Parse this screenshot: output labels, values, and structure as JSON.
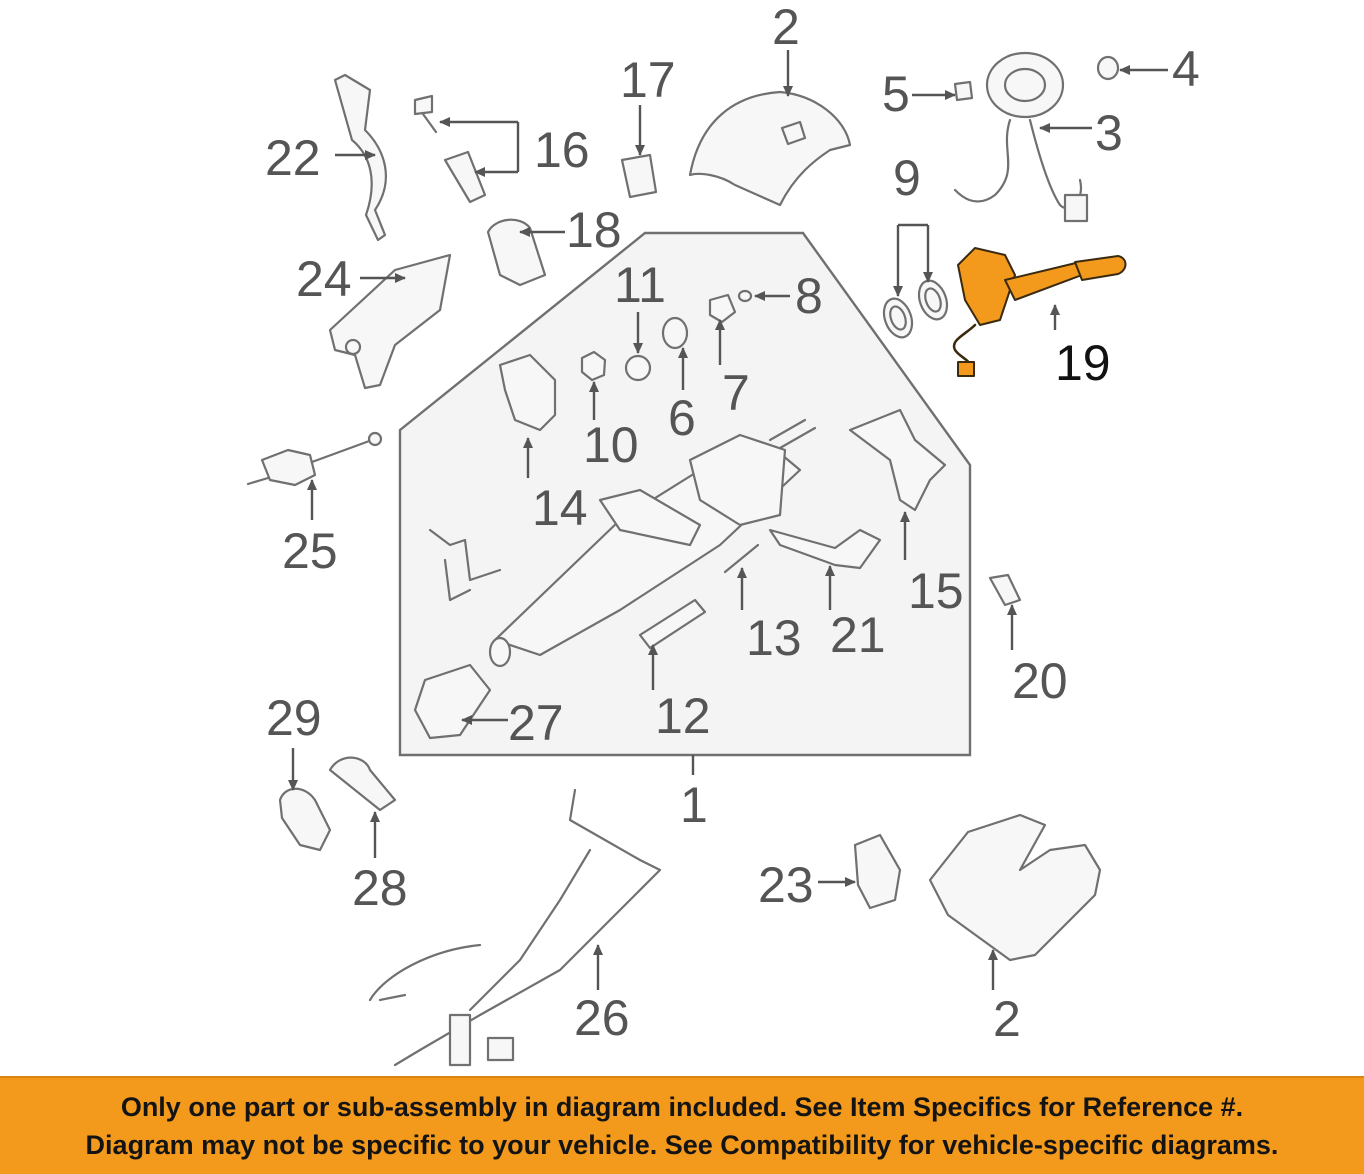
{
  "diagram": {
    "highlighted_part": "19",
    "highlight_color": "#f39a1c",
    "labels": {
      "p1": "1",
      "p2_top": "2",
      "p2_bottom": "2",
      "p3": "3",
      "p4": "4",
      "p5": "5",
      "p6": "6",
      "p7": "7",
      "p8": "8",
      "p9": "9",
      "p10": "10",
      "p11": "11",
      "p12": "12",
      "p13": "13",
      "p14": "14",
      "p15": "15",
      "p16": "16",
      "p17": "17",
      "p18": "18",
      "p19": "19",
      "p20": "20",
      "p21": "21",
      "p22": "22",
      "p23": "23",
      "p24": "24",
      "p25": "25",
      "p26": "26",
      "p27": "27",
      "p28": "28",
      "p29": "29"
    }
  },
  "banner": {
    "background": "#f39a1c",
    "line1": "Only one part or sub-assembly in diagram included. See Item Specifics for Reference #.",
    "line2": "Diagram may not be specific to your vehicle. See Compatibility for vehicle-specific diagrams."
  }
}
